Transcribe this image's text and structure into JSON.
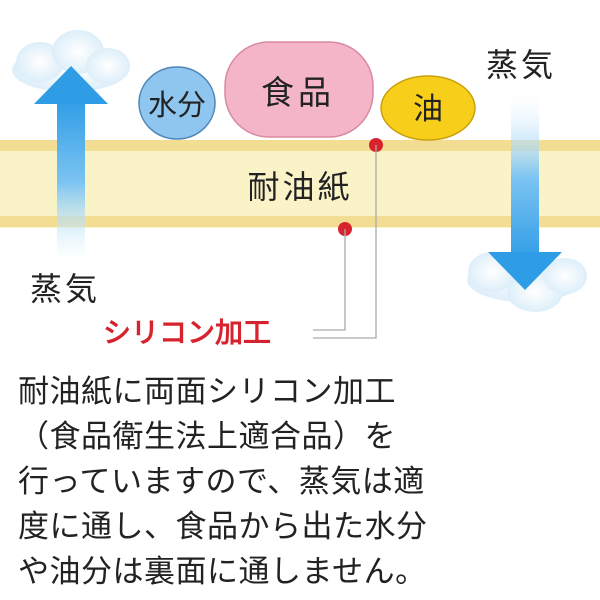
{
  "labels": {
    "moisture": "水分",
    "food": "食品",
    "oil": "油",
    "paper": "耐油紙",
    "steam_left": "蒸気",
    "steam_right": "蒸気",
    "silicone": "シリコン加工"
  },
  "description": [
    "耐油紙に両面シリコン加工",
    "（食品衛生法上適合品）を",
    "行っていますので、蒸気は適",
    "度に通し、食品から出た水分",
    "や油分は裏面に通しません。"
  ],
  "colors": {
    "paper_fill": "#fbf3c8",
    "paper_border": "#f0d98a",
    "moisture_fill": "#8ec6ef",
    "food_fill": "#f3b5c7",
    "oil_fill": "#f7cf1b",
    "arrow_blue": "#2f9de6",
    "silicone_red": "#d7232e",
    "text": "#222222"
  },
  "icons": {
    "cloud_left": "cloud-icon",
    "cloud_right": "cloud-icon",
    "arrow_up": "arrow-up-icon",
    "arrow_down": "arrow-down-icon"
  }
}
